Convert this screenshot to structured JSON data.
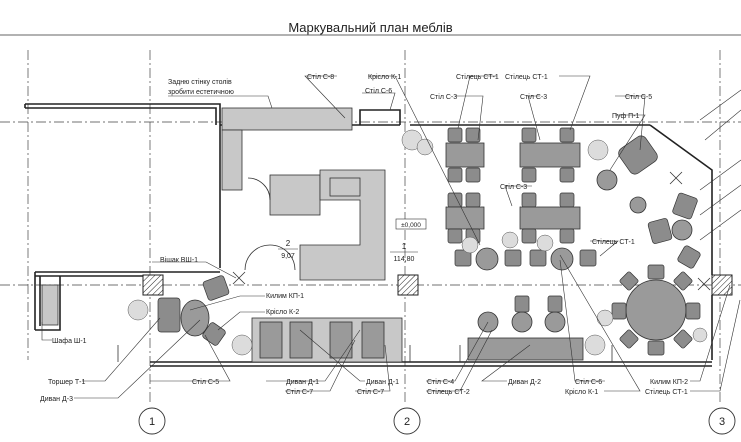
{
  "title": "Маркувальний план меблів",
  "axes": [
    "1",
    "2",
    "3"
  ],
  "rooms": [
    {
      "number": "2",
      "area": "9,07"
    },
    {
      "number": "1",
      "area": "114,80"
    }
  ],
  "level_mark": "±0,000",
  "labels": {
    "back_wall_note_1": "Задню стінку столів",
    "back_wall_note_2": "зробити естетичною",
    "stil_c8": "Стіл С-8",
    "krislo_k1_top": "Крісло К-1",
    "stil_c6_top": "Стіл С-6",
    "stilets_ct1_a": "Стілець СТ-1",
    "stilets_ct1_b": "Стілець СТ-1",
    "stil_c3_a": "Стіл С-3",
    "stil_c3_b": "Стіл С-3",
    "stil_c3_c": "Стіл С-3",
    "stil_c5_top": "Стіл С-5",
    "puf_p1": "Пуф П-1",
    "stilets_ct1_mid": "Стілець СТ-1",
    "vishak": "Вішак ВШ-1",
    "kylym_kp1": "Килим КП-1",
    "krislo_k2": "Крісло К-2",
    "shafa": "Шафа Ш-1",
    "torsher": "Торшер Т-1",
    "stil_c5_bottom": "Стіл С-5",
    "dyvan_d3": "Диван Д-3",
    "dyvan_d1_a": "Диван Д-1",
    "dyvan_d1_b": "Диван Д-1",
    "stil_c7_a": "Стіл С-7",
    "stil_c7_b": "Стіл С-7",
    "stil_c4": "Стіл С-4",
    "dyvan_d2": "Диван Д-2",
    "stilets_ct2": "Стілець СТ-2",
    "stil_c6_bottom": "Стіл С-6",
    "krislo_k1_bottom": "Крісло К-1",
    "kylym_kp2": "Килим КП-2",
    "stilets_ct1_bottom": "Стілець СТ-1"
  }
}
